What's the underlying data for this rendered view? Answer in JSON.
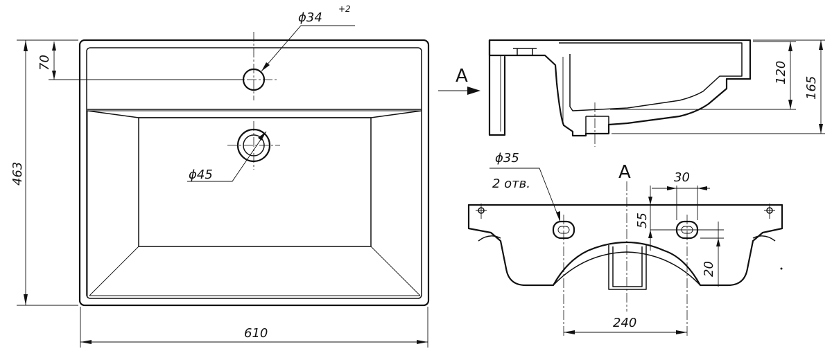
{
  "dimensions": {
    "width_610": "610",
    "depth_463": "463",
    "offset_70": "70",
    "hole_d34": "ϕ34",
    "hole_d34_tol": "+2",
    "drain_d45": "ϕ45",
    "height_120": "120",
    "height_165": "165",
    "holes_d35": "ϕ35",
    "holes_count": "2 отв.",
    "spacing_30": "30",
    "height_55": "55",
    "height_20": "20",
    "spacing_240": "240"
  },
  "view_marks": {
    "arrow_label": "A",
    "view_label": "A"
  }
}
